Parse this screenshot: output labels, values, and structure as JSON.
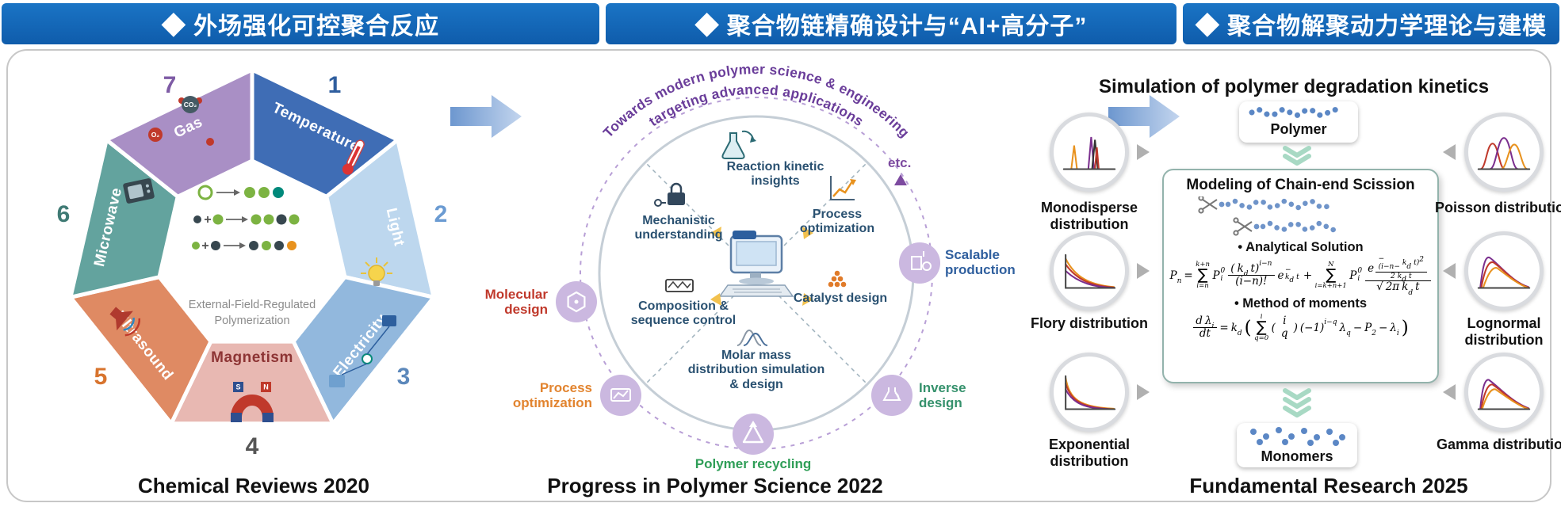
{
  "headers": [
    {
      "text": "◆ 外场强化可控聚合反应"
    },
    {
      "text": "◆ 聚合物链精确设计与“AI+高分子”"
    },
    {
      "text": "◆ 聚合物解聚动力学理论与建模"
    }
  ],
  "left_panel": {
    "segments": [
      {
        "num": "1",
        "label": "Temperature",
        "color": "#3f6db5",
        "label_color": "#ffffff",
        "num_color": "#2f5e9e"
      },
      {
        "num": "2",
        "label": "Light",
        "color": "#bdd7ee",
        "label_color": "#ffffff",
        "num_color": "#6b9bd2"
      },
      {
        "num": "3",
        "label": "Electricity",
        "color": "#92b8dd",
        "label_color": "#ffffff",
        "num_color": "#5c88bb"
      },
      {
        "num": "4",
        "label": "Magnetism",
        "color": "#e8b8b2",
        "label_color": "#8d3434",
        "num_color": "#555555"
      },
      {
        "num": "5",
        "label": "Ultrasound",
        "color": "#df8a63",
        "label_color": "#ffffff",
        "num_color": "#d8742e"
      },
      {
        "num": "6",
        "label": "Microwave",
        "color": "#63a39e",
        "label_color": "#ffffff",
        "num_color": "#3f7a74"
      },
      {
        "num": "7",
        "label": "Gas",
        "color": "#a98fc5",
        "label_color": "#ffffff",
        "num_color": "#7e5ba5"
      }
    ],
    "magnet_poles": [
      "S",
      "N"
    ],
    "gas_labels": [
      "O₂",
      "CO₂"
    ],
    "center_label": [
      "External-Field-Regulated",
      "Polymerization"
    ],
    "caption": "Chemical Reviews 2020"
  },
  "middle_panel": {
    "arc_line1": "Towards modern polymer science & engineering",
    "arc_line2": "targeting advanced applications",
    "inner_items": [
      {
        "label": "Reaction kinetic insights"
      },
      {
        "label": "Mechanistic understanding"
      },
      {
        "label": "Process optimization"
      },
      {
        "label": "Composition & sequence control"
      },
      {
        "label": "Catalyst design"
      },
      {
        "label": "Molar mass distribution simulation & design"
      }
    ],
    "outer_items": [
      {
        "label": "Molecular design",
        "color": "#c0392b"
      },
      {
        "label": "Process optimization",
        "color": "#e2842f"
      },
      {
        "label": "Polymer recycling",
        "color": "#2f9e57"
      },
      {
        "label": "Inverse design",
        "color": "#35916c"
      },
      {
        "label": "Scalable production",
        "color": "#2f5f9e"
      },
      {
        "label": "etc.",
        "color": "#7d4ba0"
      }
    ],
    "caption": "Progress in Polymer Science 2022"
  },
  "right_panel": {
    "title": "Simulation of polymer degradation kinetics",
    "polymer_label": "Polymer",
    "monomers_label": "Monomers",
    "box_title": "Modeling of Chain-end Scission",
    "analytical_label": "•  Analytical Solution",
    "moments_label": "•  Method of moments",
    "left_distributions": [
      "Monodisperse distribution",
      "Flory distribution",
      "Exponential distribution"
    ],
    "right_distributions": [
      "Poisson distribution",
      "Lognormal distribution",
      "Gamma distribution"
    ],
    "equations": {
      "analytical": [
        {
          "t": "P",
          "sub": "n"
        },
        {
          "t": "="
        },
        {
          "sum": "∑",
          "sup": "k+n",
          "sub": "i=n"
        },
        {
          "t": "P",
          "sup": "0",
          "sub": "i"
        },
        {
          "frac": {
            "n": [
              {
                "t": "("
              },
              {
                "t": "k",
                "sub": "d"
              },
              {
                "t": "t)",
                "sup": "i−n"
              }
            ],
            "d": [
              {
                "t": "(i−n)!"
              }
            ]
          }
        },
        {
          "t": "e",
          "sup": [
            {
              "t": "−"
            },
            {
              "t": "k",
              "sub": "d"
            },
            {
              "t": "t"
            }
          ]
        },
        {
          "t": "+"
        },
        {
          "sum": "∑",
          "sup": "N",
          "sub": "i=k+n+1"
        },
        {
          "t": "P",
          "sup": "0",
          "sub": "i"
        },
        {
          "frac": {
            "n": [
              {
                "t": "e",
                "sup": [
                  {
                    "frac": {
                      "n": [
                        {
                          "t": "−(i−n−"
                        },
                        {
                          "t": "k",
                          "sub": "d"
                        },
                        {
                          "t": "t)",
                          "sup": "2"
                        }
                      ],
                      "d": [
                        {
                          "t": "2"
                        },
                        {
                          "t": "k",
                          "sub": "d"
                        },
                        {
                          "t": "t"
                        }
                      ]
                    }
                  }
                ]
              }
            ],
            "d": [
              {
                "t": "√"
              },
              {
                "t": "2π"
              },
              {
                "t": "k",
                "sub": "d"
              },
              {
                "t": "t"
              }
            ]
          }
        }
      ],
      "moments": [
        {
          "frac": {
            "n": [
              {
                "t": "d"
              },
              {
                "t": "λ",
                "sub": "i"
              }
            ],
            "d": [
              {
                "t": "dt"
              }
            ]
          }
        },
        {
          "t": "="
        },
        {
          "t": "k",
          "sub": "d"
        },
        {
          "t": "(",
          "lg": true
        },
        {
          "sum": "∑",
          "sup": "i",
          "sub": "q=0"
        },
        {
          "t": "("
        },
        {
          "frac": {
            "nl": true,
            "n": [
              {
                "t": "i"
              }
            ],
            "d": [
              {
                "t": "q"
              }
            ]
          }
        },
        {
          "t": ")"
        },
        {
          "t": "(−1)",
          "sup": "i−q"
        },
        {
          "t": "λ",
          "sub": "q"
        },
        {
          "t": "−"
        },
        {
          "t": "P",
          "sub": "2"
        },
        {
          "t": "−"
        },
        {
          "t": "λ",
          "sub": "i"
        },
        {
          "t": ")",
          "lg": true
        }
      ]
    },
    "caption": "Fundamental Research 2025"
  }
}
